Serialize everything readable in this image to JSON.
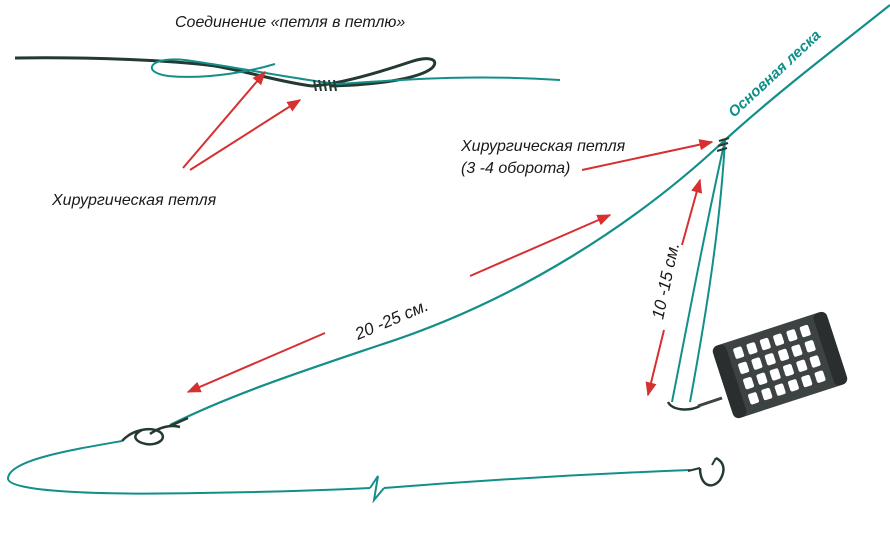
{
  "labels": {
    "connection_title": "Соединение «петля в петлю»",
    "surgical_loop_top": "Хирургическая петля",
    "surgical_loop_right_line1": "Хирургическая петля",
    "surgical_loop_right_line2": "(3 -4 оборота)",
    "main_line": "Основная леска",
    "leader_length": "20 -25 см.",
    "feeder_loop_length": "10 -15 см."
  },
  "colors": {
    "line": "#138f8a",
    "line_dark": "#243a30",
    "arrow": "#d63030",
    "text": "#1a1a1a",
    "feeder": "#3d4243"
  },
  "icons": [
    "fishing-hook-icon",
    "feeder-cage-icon",
    "line-break-icon",
    "surgical-knot-icon"
  ]
}
